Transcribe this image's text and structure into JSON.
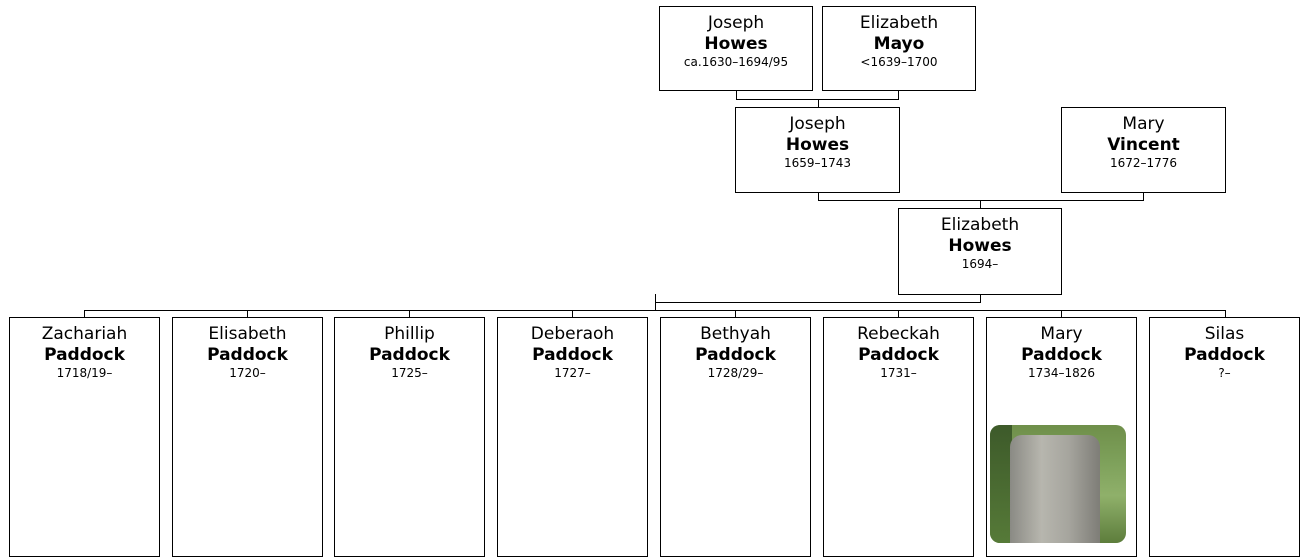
{
  "people": {
    "gg1": {
      "first": "Joseph",
      "last": "Howes",
      "dates": "ca.1630–1694/95"
    },
    "gg2": {
      "first": "Elizabeth",
      "last": "Mayo",
      "dates": "<1639–1700"
    },
    "g1": {
      "first": "Joseph",
      "last": "Howes",
      "dates": "1659–1743"
    },
    "g2": {
      "first": "Mary",
      "last": "Vincent",
      "dates": "1672–1776"
    },
    "p1": {
      "first": "Elizabeth",
      "last": "Howes",
      "dates": "1694–"
    },
    "c1": {
      "first": "Zachariah",
      "last": "Paddock",
      "dates": "1718/19–"
    },
    "c2": {
      "first": "Elisabeth",
      "last": "Paddock",
      "dates": "1720–"
    },
    "c3": {
      "first": "Phillip",
      "last": "Paddock",
      "dates": "1725–"
    },
    "c4": {
      "first": "Deberaoh",
      "last": "Paddock",
      "dates": "1727–"
    },
    "c5": {
      "first": "Bethyah",
      "last": "Paddock",
      "dates": "1728/29–"
    },
    "c6": {
      "first": "Rebeckah",
      "last": "Paddock",
      "dates": "1731–"
    },
    "c7": {
      "first": "Mary",
      "last": "Paddock",
      "dates": "1734–1826"
    },
    "c8": {
      "first": "Silas",
      "last": "Paddock",
      "dates": "?–"
    }
  }
}
